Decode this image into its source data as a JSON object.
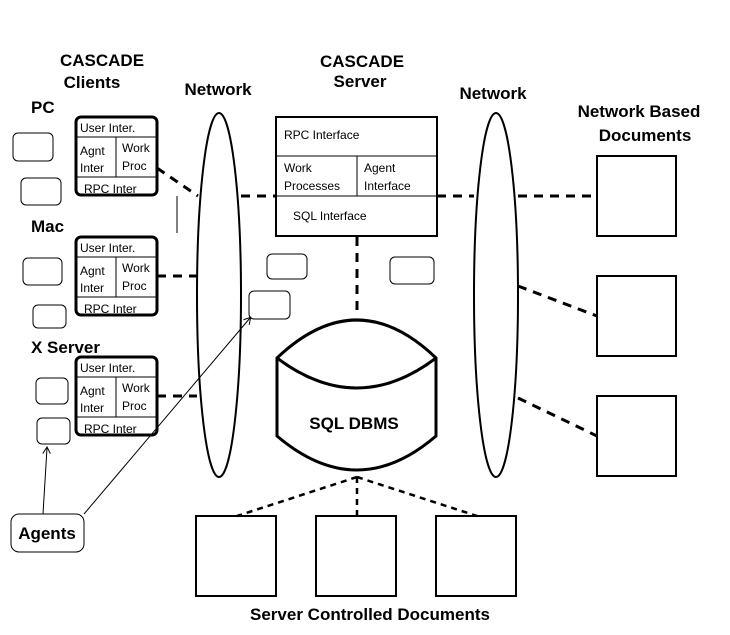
{
  "labels": {
    "cascade_clients": [
      "CASCADE",
      "Clients"
    ],
    "cascade_server": [
      "CASCADE",
      "Server"
    ],
    "network_left": "Network",
    "network_right": "Network",
    "network_docs": [
      "Network Based",
      "Documents"
    ],
    "pc": "PC",
    "mac": "Mac",
    "x_server": "X Server",
    "agents": "Agents",
    "sql_dbms": "SQL DBMS",
    "server_docs": "Server Controlled Documents"
  },
  "client_box": {
    "user_inter": "User Inter.",
    "agnt": "Agnt",
    "inter": "Inter",
    "work": "Work",
    "proc": "Proc",
    "rpc_inter": "RPC Inter"
  },
  "server_box": {
    "rpc_interface": "RPC Interface",
    "work": "Work",
    "processes": "Processes",
    "agent": "Agent",
    "interface": "Interface",
    "sql_interface": "SQL Interface"
  }
}
